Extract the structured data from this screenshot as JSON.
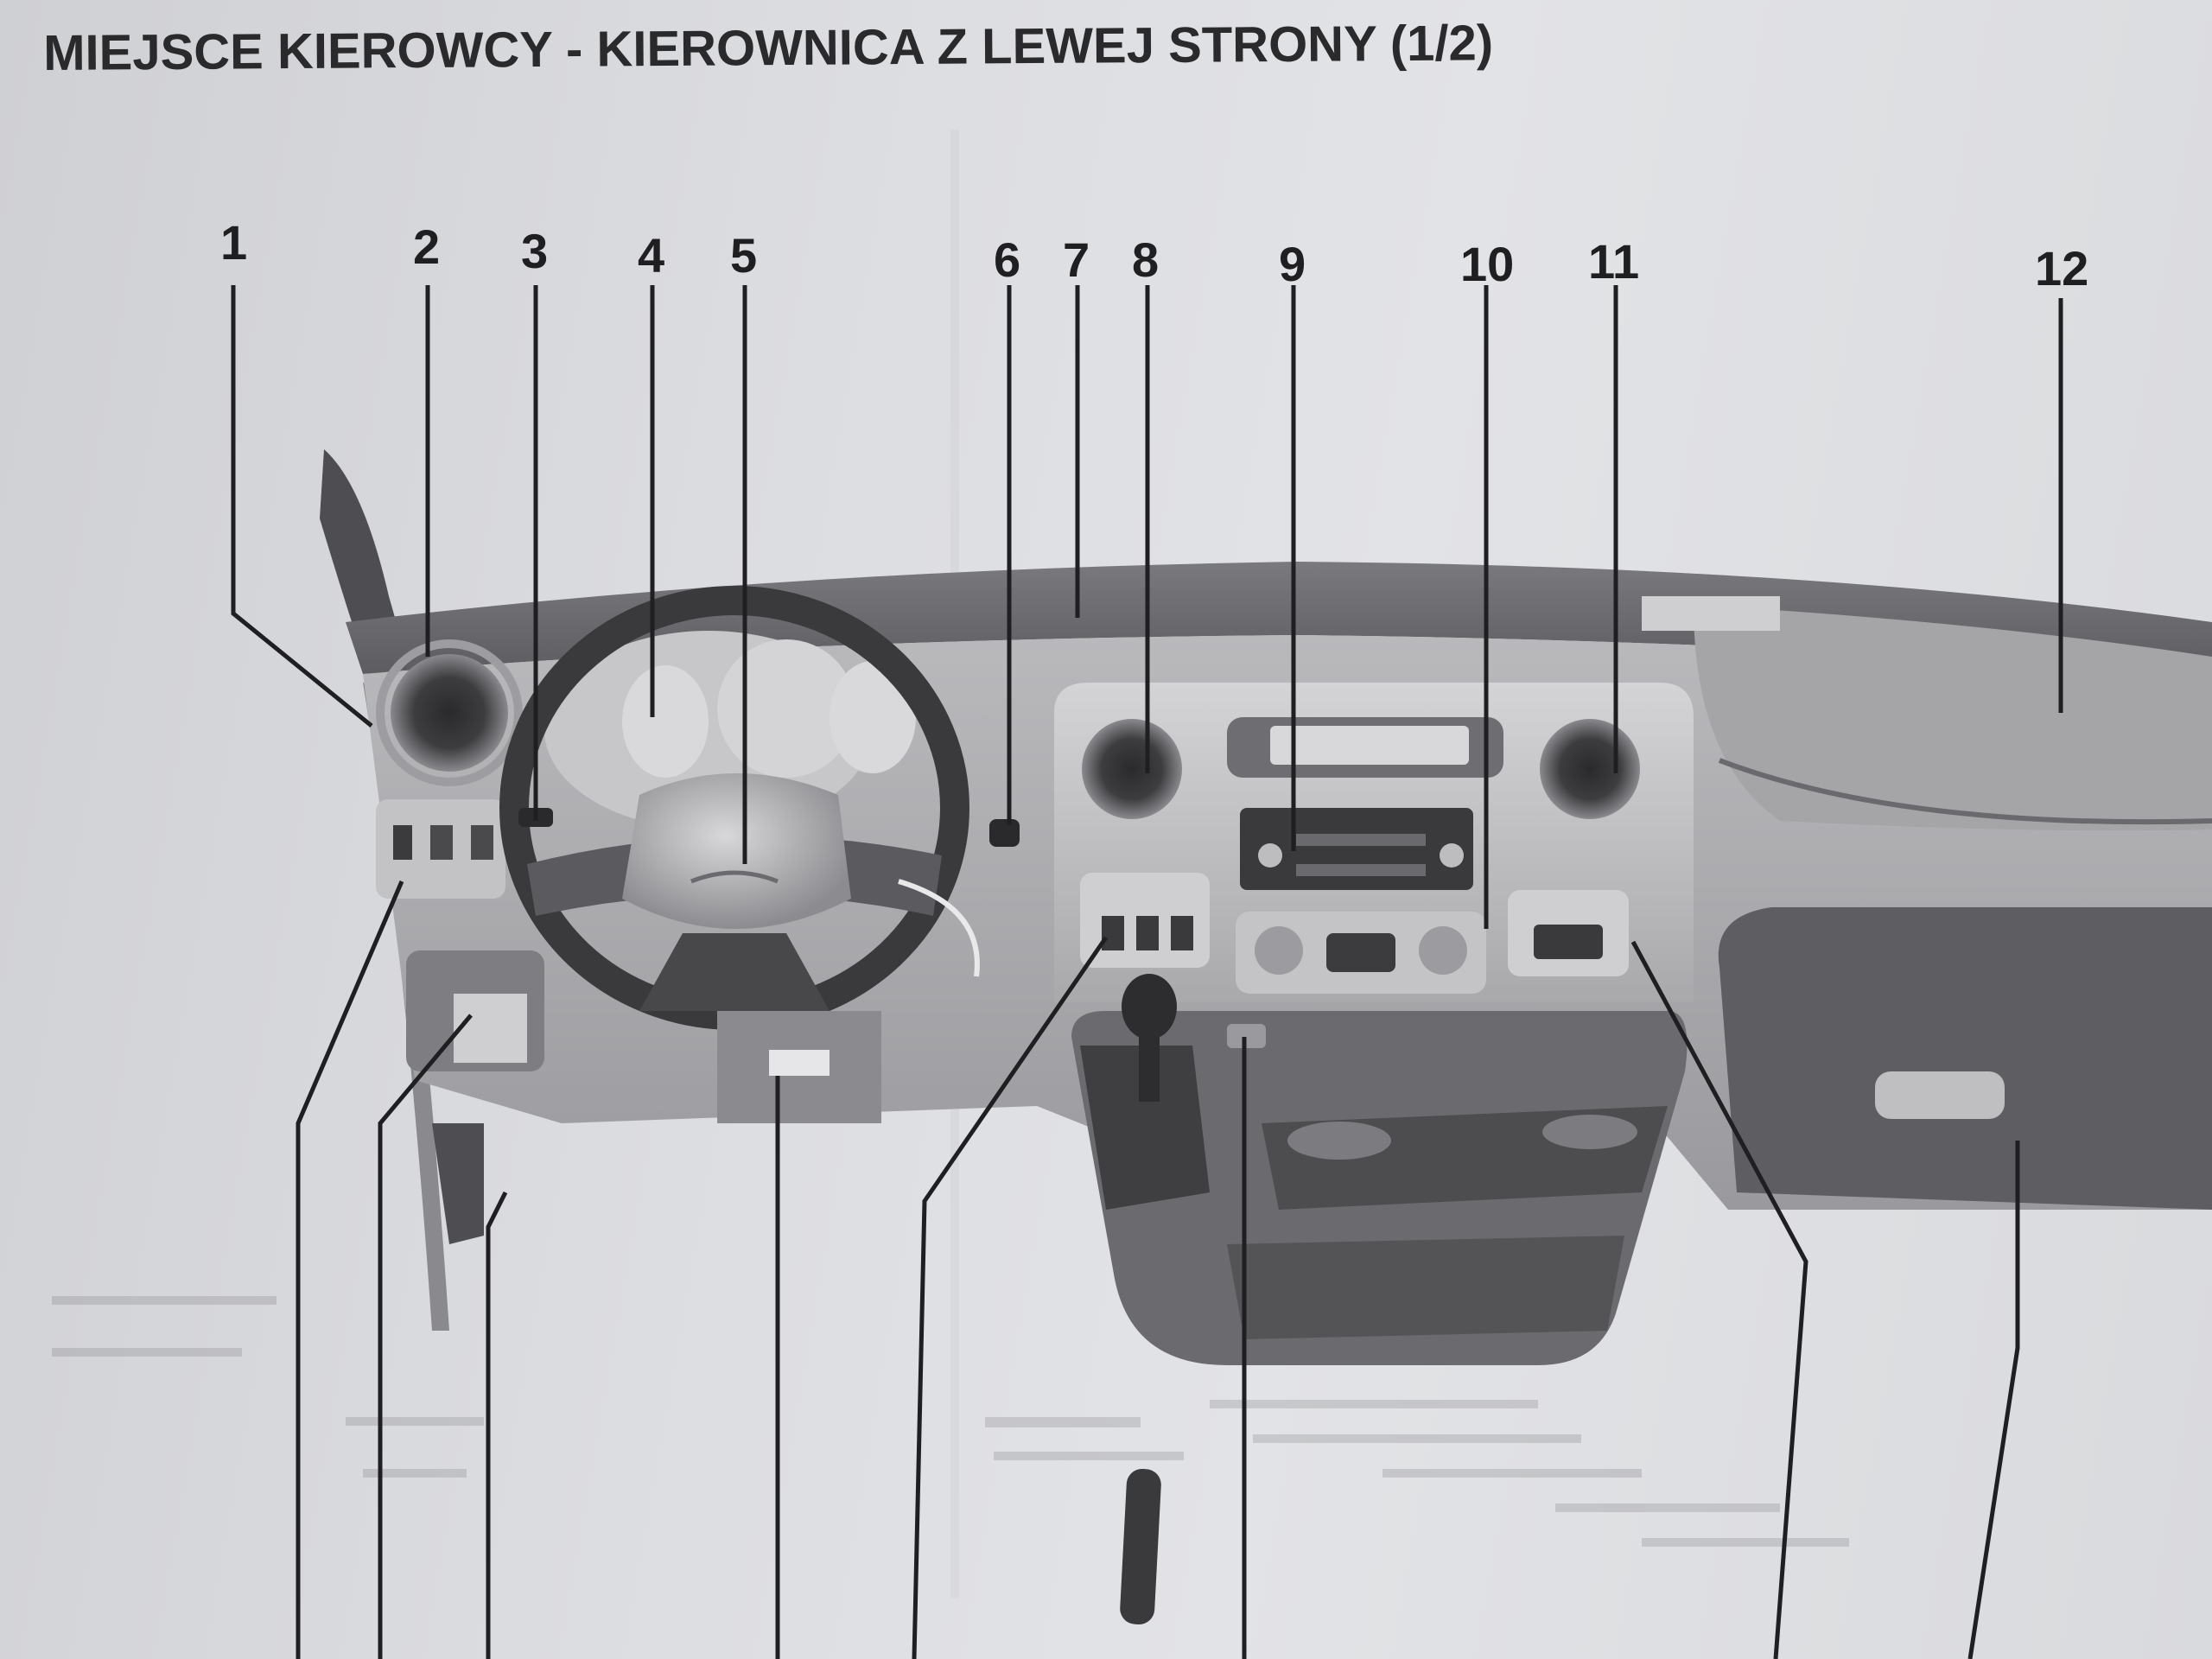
{
  "page": {
    "title": "MIEJSCE KIEROWCY - KIEROWNICA Z LEWEJ STRONY (1/2)"
  },
  "callouts": {
    "top": [
      "1",
      "2",
      "3",
      "4",
      "5",
      "6",
      "7",
      "8",
      "9",
      "10",
      "11",
      "12"
    ]
  }
}
